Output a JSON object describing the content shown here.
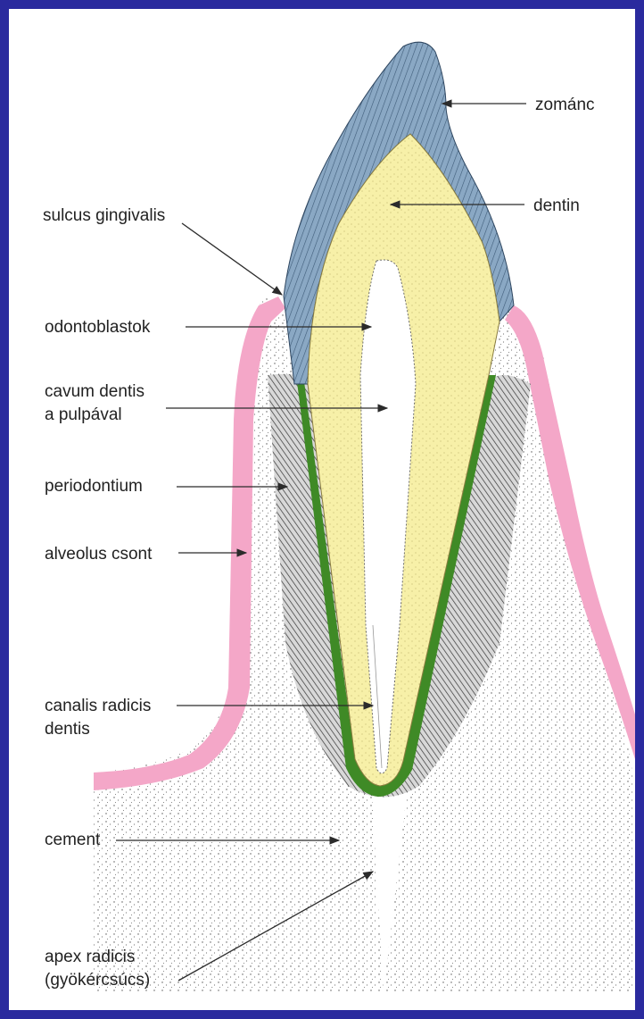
{
  "colors": {
    "frame": "#2a2a9e",
    "enamel": "#8aa8c4",
    "dentin": "#f7f0a8",
    "pulp": "#ffffff",
    "cementum": "#3f8a26",
    "gingiva": "#f4a7c8",
    "bone": "#f4f4f4",
    "ink": "#222222"
  },
  "labels": {
    "zomanc": "zománc",
    "dentin": "dentin",
    "sulcus": "sulcus gingivalis",
    "odontoblast": "odontoblastok",
    "cavum_1": "cavum dentis",
    "cavum_2": "a pulpával",
    "periodontium": "periodontium",
    "alveolus": "alveolus csont",
    "canalis_1": "canalis radicis",
    "canalis_2": "dentis",
    "cement": "cement",
    "apex_1": "apex radicis",
    "apex_2": "(gyökércsúcs)"
  }
}
